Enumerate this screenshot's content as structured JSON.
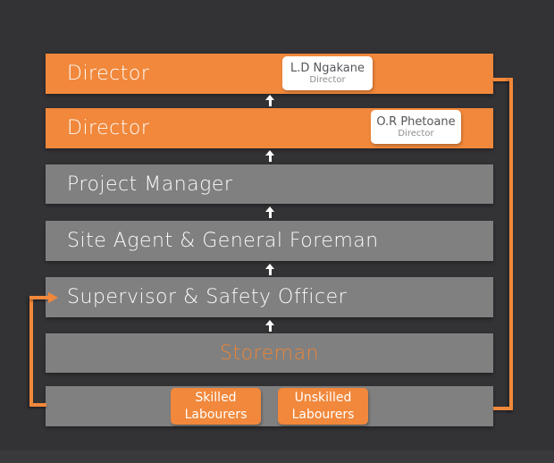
{
  "org_chart": {
    "rows": [
      {
        "label": "Director",
        "badge": {
          "name": "L.D Ngakane",
          "title": "Director"
        }
      },
      {
        "label": "Director",
        "badge": {
          "name": "O.R Phetoane",
          "title": "Director"
        }
      },
      {
        "label": "Project Manager"
      },
      {
        "label": "Site Agent & General Foreman"
      },
      {
        "label": "Supervisor & Safety Officer"
      },
      {
        "label": "Storeman"
      },
      {
        "badges": [
          {
            "label": "Skilled Labourers"
          },
          {
            "label": "Unskilled Labourers"
          }
        ]
      }
    ],
    "colors": {
      "background": "#333336",
      "bottom_strip": "#3a393c",
      "bar_orange": "#f1883b",
      "bar_gray": "#808080",
      "storeman_text": "#ef8435",
      "connector_orange": "#f1883b",
      "arrow_white": "#ffffff",
      "badge_name_text": "#55565a",
      "badge_title_text": "#8d8d8d"
    }
  }
}
